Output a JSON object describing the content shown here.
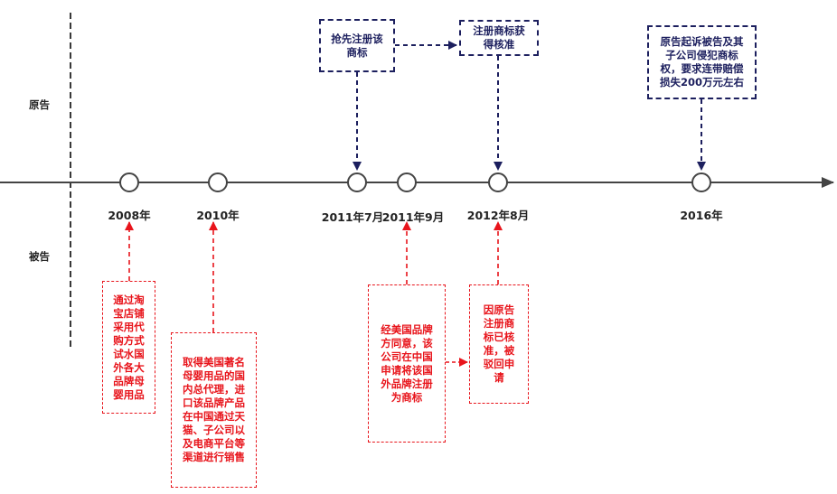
{
  "lanes": {
    "plaintiff": "原告",
    "defendant": "被告"
  },
  "timeline": {
    "points": [
      {
        "label": "2008年"
      },
      {
        "label": "2010年"
      },
      {
        "label": "2011年7月"
      },
      {
        "label": "2011年9月"
      },
      {
        "label": "2012年8月"
      },
      {
        "label": "2016年"
      }
    ]
  },
  "plaintiff_events": [
    {
      "text": "抢先注册该\n商标"
    },
    {
      "text": "注册商标获\n得核准"
    },
    {
      "text": "原告起诉被告及其\n子公司侵犯商标\n权，要求连带赔偿\n损失200万元左右"
    }
  ],
  "defendant_events": [
    {
      "text": "通过淘\n宝店铺\n采用代\n购方式\n试水国\n外各大\n品牌母\n婴用品"
    },
    {
      "text": "取得美国著名\n母婴用品的国\n内总代理，进\n口该品牌产品\n在中国通过天\n猫、子公司以\n及电商平台等\n渠道进行销售"
    },
    {
      "text": "经美国品牌\n方同意，该\n公司在中国\n申请将该国\n外品牌注册\n为商标"
    },
    {
      "text": "因原告\n注册商\n标已核\n准，被\n驳回申\n请"
    }
  ],
  "colors": {
    "plaintiff": "#1c1f5e",
    "defendant": "#e8141b",
    "axis": "#444444"
  }
}
